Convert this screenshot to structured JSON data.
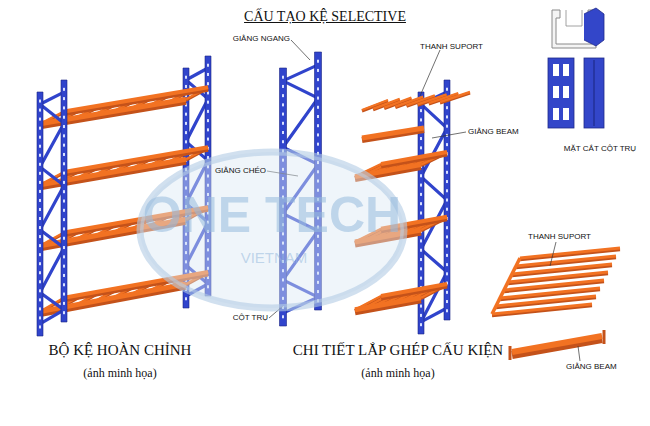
{
  "diagram": {
    "title": "CẤU TẠO KỆ SELECTIVE",
    "labels": [
      "GIẰNG NGANG",
      "THANH SUPORT",
      "GIẰNG CHÉO",
      "GIẰNG BEAM",
      "MẶT CẮT CỘT TRỤ",
      "CỘT TRỤ",
      "THANH SUPORT",
      "GIẰNG BEAM",
      "BỘ KỆ HOÀN CHỈNH",
      "(ảnh minh họa)",
      "CHI TIẾT LẮP GHÉP CẤU KIỆN",
      "(ảnh minh họa)",
      "ONE TECH",
      "VIETNAM"
    ]
  }
}
